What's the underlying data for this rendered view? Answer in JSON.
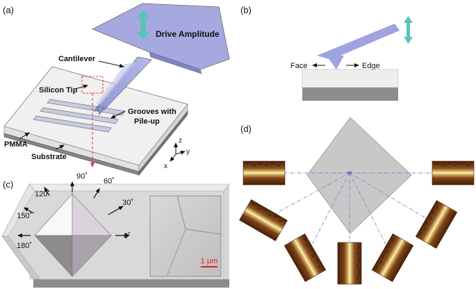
{
  "panels": {
    "a": {
      "label": "(a)",
      "drive_amplitude": "Drive Amplitude",
      "cantilever": "Cantilever",
      "silicon_tip": "Silicon Tip",
      "grooves_line1": "Grooves with",
      "grooves_line2": "Pile-up",
      "pmma": "PMMA",
      "substrate": "Substrate",
      "axis_z": "z",
      "axis_y": "y",
      "axis_x": "x"
    },
    "b": {
      "label": "(b)",
      "face": "Face",
      "edge": "Edge"
    },
    "c": {
      "label": "(c)",
      "angles": [
        "0˚",
        "30˚",
        "60˚",
        "90˚",
        "120˚",
        "150˚",
        "180˚"
      ],
      "scale_bar": "1 μm"
    },
    "d": {
      "label": "(d)"
    }
  },
  "colors": {
    "cantilever": "#9fa3df",
    "drive_arrow": "#5fc0bb",
    "pmma": "#eeeeee",
    "substrate": "#8c8c8c",
    "scan_line": "#8080d8",
    "guide_line": "#e84848",
    "afm_dark": "#5a2a0c",
    "afm_bright": "#f8f0a8"
  }
}
